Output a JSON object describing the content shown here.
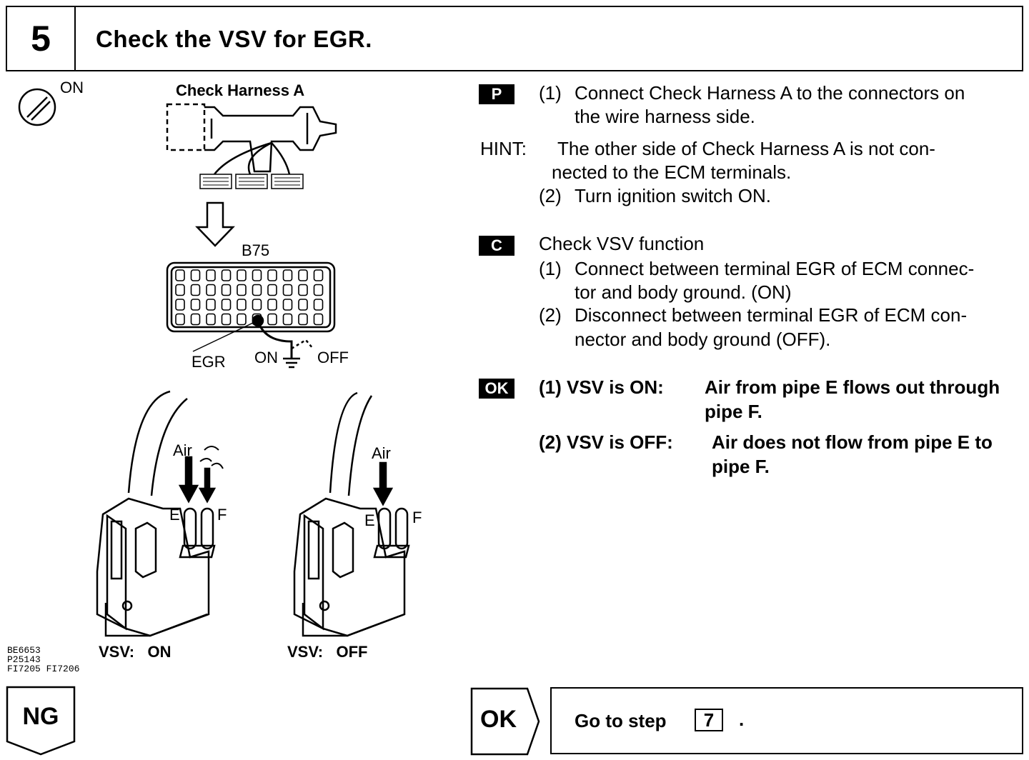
{
  "header": {
    "step_number": "5",
    "title": "Check the VSV for EGR."
  },
  "figure": {
    "switch_label": "ON",
    "harness_title": "Check Harness A",
    "connector_label": "B75",
    "terminal_label": "EGR",
    "on_label": "ON",
    "off_label": "OFF",
    "air_label_1": "Air",
    "air_label_2": "Air",
    "pipe_e_1": "E",
    "pipe_f_1": "F",
    "pipe_e_2": "E",
    "pipe_f_2": "F",
    "vsv_on_label": "VSV:   ON",
    "vsv_off_label": "VSV:   OFF",
    "ref_codes": [
      "BE6653",
      "P25143",
      "FI7205 FI7206"
    ]
  },
  "instructions": {
    "p_badge": "P",
    "p1_num": "(1)",
    "p1_line1": "Connect Check Harness A to the connectors on",
    "p1_line2": "the wire harness side.",
    "hint_label": "HINT:",
    "hint_line1": "The other side of Check Harness A is not con-",
    "hint_line2": "nected to the ECM terminals.",
    "p2_num": "(2)",
    "p2_text": "Turn ignition switch ON.",
    "c_badge": "C",
    "c_title": "Check VSV function",
    "c1_num": "(1)",
    "c1_line1": "Connect between terminal EGR of ECM connec-",
    "c1_line2": "tor and body ground. (ON)",
    "c2_num": "(2)",
    "c2_line1": "Disconnect between terminal EGR of ECM con-",
    "c2_line2": "nector and body ground (OFF).",
    "ok_badge": "OK",
    "ok1_label": "(1) VSV is ON:",
    "ok1_line1": "Air from pipe E flows out through",
    "ok1_line2": "pipe F.",
    "ok2_label": "(2) VSV is OFF:",
    "ok2_line1": "Air does not flow from pipe E to",
    "ok2_line2": "pipe F."
  },
  "footer": {
    "ng_label": "NG",
    "ok_label": "OK",
    "goto_text": "Go to step",
    "goto_step": "7",
    "goto_period": "."
  }
}
